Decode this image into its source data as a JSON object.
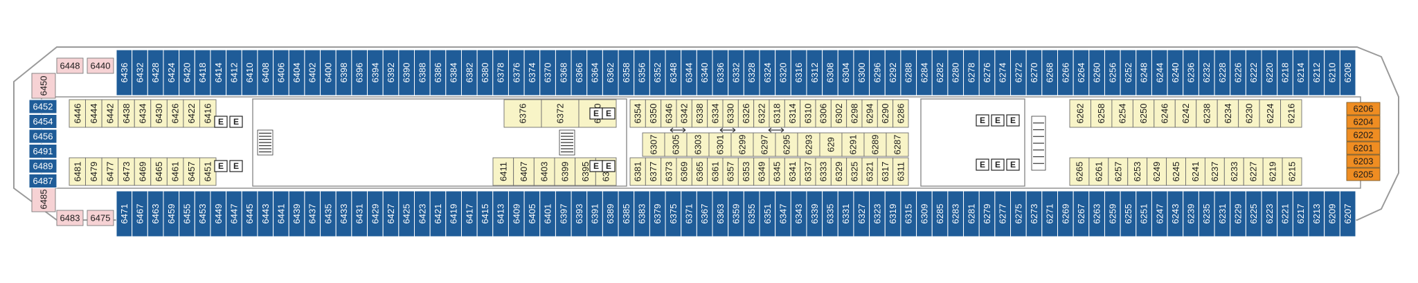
{
  "legend_colors": {
    "outside_view": "#1f5c98",
    "inside": "#f8f4c7",
    "suite": "#f6d2d4",
    "balcony_forward": "#ef8d22"
  },
  "icons": {
    "elevator": "E",
    "accessible": "H",
    "stairs": "stairs-icon",
    "connecting_door": "double-arrow-icon",
    "extra_bed": "square-bullet-icon",
    "extra_beds": "dots-icon"
  },
  "top_outside_row": [
    "6436",
    "6432",
    "6428",
    "6424",
    "6420",
    "6418",
    "6414",
    "6412",
    "6410",
    "6408",
    "6406",
    "6404",
    "6402",
    "6400",
    "6398",
    "6396",
    "6394",
    "6392",
    "6390",
    "6388",
    "6386",
    "6384",
    "6382",
    "6380",
    "6378",
    "6376",
    "6374",
    "6370",
    "6368",
    "6366",
    "6364",
    "6362",
    "6358",
    "6356",
    "6352",
    "6348",
    "6344",
    "6340",
    "6336",
    "6332",
    "6328",
    "6324",
    "6320",
    "6316",
    "6312",
    "6308",
    "6304",
    "6300",
    "6296",
    "6292",
    "6288",
    "6284",
    "6282",
    "6280",
    "6278",
    "6276",
    "6274",
    "6272",
    "6270",
    "6268",
    "6266",
    "6264",
    "6260",
    "6256",
    "6252",
    "6248",
    "6244",
    "6240",
    "6236",
    "6232",
    "6228",
    "6226",
    "6222",
    "6220",
    "6218",
    "6214",
    "6212",
    "6210",
    "6208"
  ],
  "bottom_outside_row": [
    "6471",
    "6467",
    "6463",
    "6459",
    "6455",
    "6453",
    "6449",
    "6447",
    "6445",
    "6443",
    "6441",
    "6439",
    "6437",
    "6435",
    "6433",
    "6431",
    "6429",
    "6427",
    "6425",
    "6423",
    "6421",
    "6419",
    "6417",
    "6415",
    "6413",
    "6409",
    "6405",
    "6401",
    "6397",
    "6393",
    "6391",
    "6389",
    "6385",
    "6383",
    "6379",
    "6375",
    "6371",
    "6367",
    "6363",
    "6359",
    "6355",
    "6351",
    "6347",
    "6343",
    "6339",
    "6335",
    "6331",
    "6327",
    "6323",
    "6319",
    "6315",
    "6309",
    "6285",
    "6283",
    "6281",
    "6279",
    "6277",
    "6275",
    "6273",
    "6271",
    "6269",
    "6267",
    "6263",
    "6259",
    "6255",
    "6251",
    "6247",
    "6243",
    "6239",
    "6235",
    "6231",
    "6229",
    "6225",
    "6223",
    "6221",
    "6217",
    "6213",
    "6209",
    "6207"
  ],
  "aft_suites": {
    "top": [
      "6448",
      "6440"
    ],
    "bottom": [
      "6483",
      "6475"
    ],
    "corner_top": "6450",
    "corner_bottom": "6485"
  },
  "aft_outside_column": [
    "6452",
    "6454",
    "6456",
    "6491",
    "6489",
    "6487"
  ],
  "forward_balcony": [
    "6206",
    "6204",
    "6202",
    "6201",
    "6203",
    "6205"
  ],
  "inside_aft_top": [
    "6446",
    "6444",
    "6442",
    "6438",
    "6434",
    "6430",
    "6426",
    "6422",
    "6416"
  ],
  "inside_aft_bottom": [
    "6481",
    "6479",
    "6477",
    "6473",
    "6469",
    "6465",
    "6461",
    "6457",
    "6451"
  ],
  "inside_mid_aft": [
    "6376",
    "6372",
    "6360",
    "6411",
    "6407",
    "6403",
    "6399",
    "6395",
    "6387"
  ],
  "inside_mid_top": [
    "6354",
    "6350",
    "6346",
    "6342",
    "6338",
    "6334",
    "6330",
    "6326",
    "6322",
    "6318",
    "6314",
    "6310",
    "6306",
    "6302",
    "6298",
    "6294",
    "6290",
    "6286"
  ],
  "inside_mid_middle": [
    "6307",
    "6305",
    "6303",
    "6301",
    "6299",
    "6297",
    "6295",
    "6293",
    "629",
    "6291",
    "6289",
    "6287"
  ],
  "inside_mid_bottom": [
    "6381",
    "6377",
    "6373",
    "6369",
    "6365",
    "6361",
    "6357",
    "6353",
    "6349",
    "6345",
    "6341",
    "6337",
    "6333",
    "6329",
    "6325",
    "6321",
    "6317",
    "6311"
  ],
  "inside_fwd_top": [
    "6262",
    "6258",
    "6254",
    "6250",
    "6246",
    "6242",
    "6238",
    "6234",
    "6230",
    "6224",
    "6216"
  ],
  "inside_fwd_bottom": [
    "6265",
    "6261",
    "6257",
    "6253",
    "6249",
    "6245",
    "6241",
    "6237",
    "6233",
    "6227",
    "6219",
    "6215"
  ]
}
